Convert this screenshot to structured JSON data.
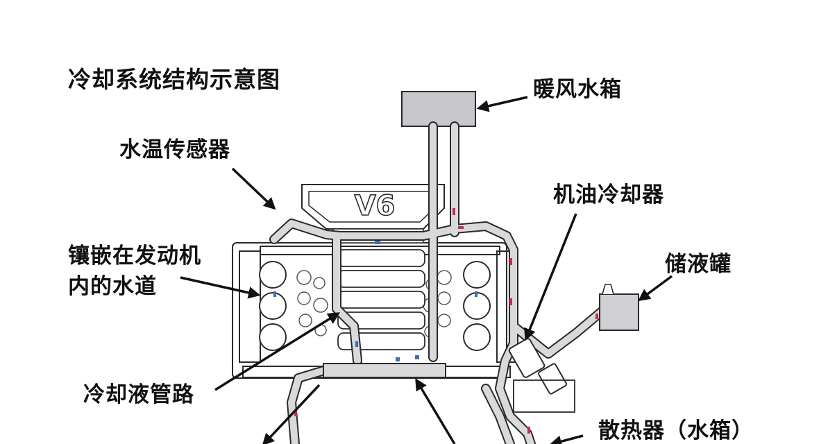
{
  "title": "冷却系统结构示意图",
  "engine_mark": "V6",
  "labels": {
    "heater_core": "暖风水箱",
    "temp_sensor": "水温传感器",
    "oil_cooler": "机油冷却器",
    "water_jacket_line1": "镶嵌在发动机",
    "water_jacket_line2": "内的水道",
    "reservoir": "储液罐",
    "coolant_pipe": "冷却液管路",
    "radiator": "散热器（水箱）"
  },
  "colors": {
    "pipe_fill": "#d9d9dc",
    "pipe_outline": "#2a2a2a",
    "box_fill": "#c8c8cc",
    "flow_red": "#c0304a",
    "flow_blue": "#3a6fb0"
  }
}
